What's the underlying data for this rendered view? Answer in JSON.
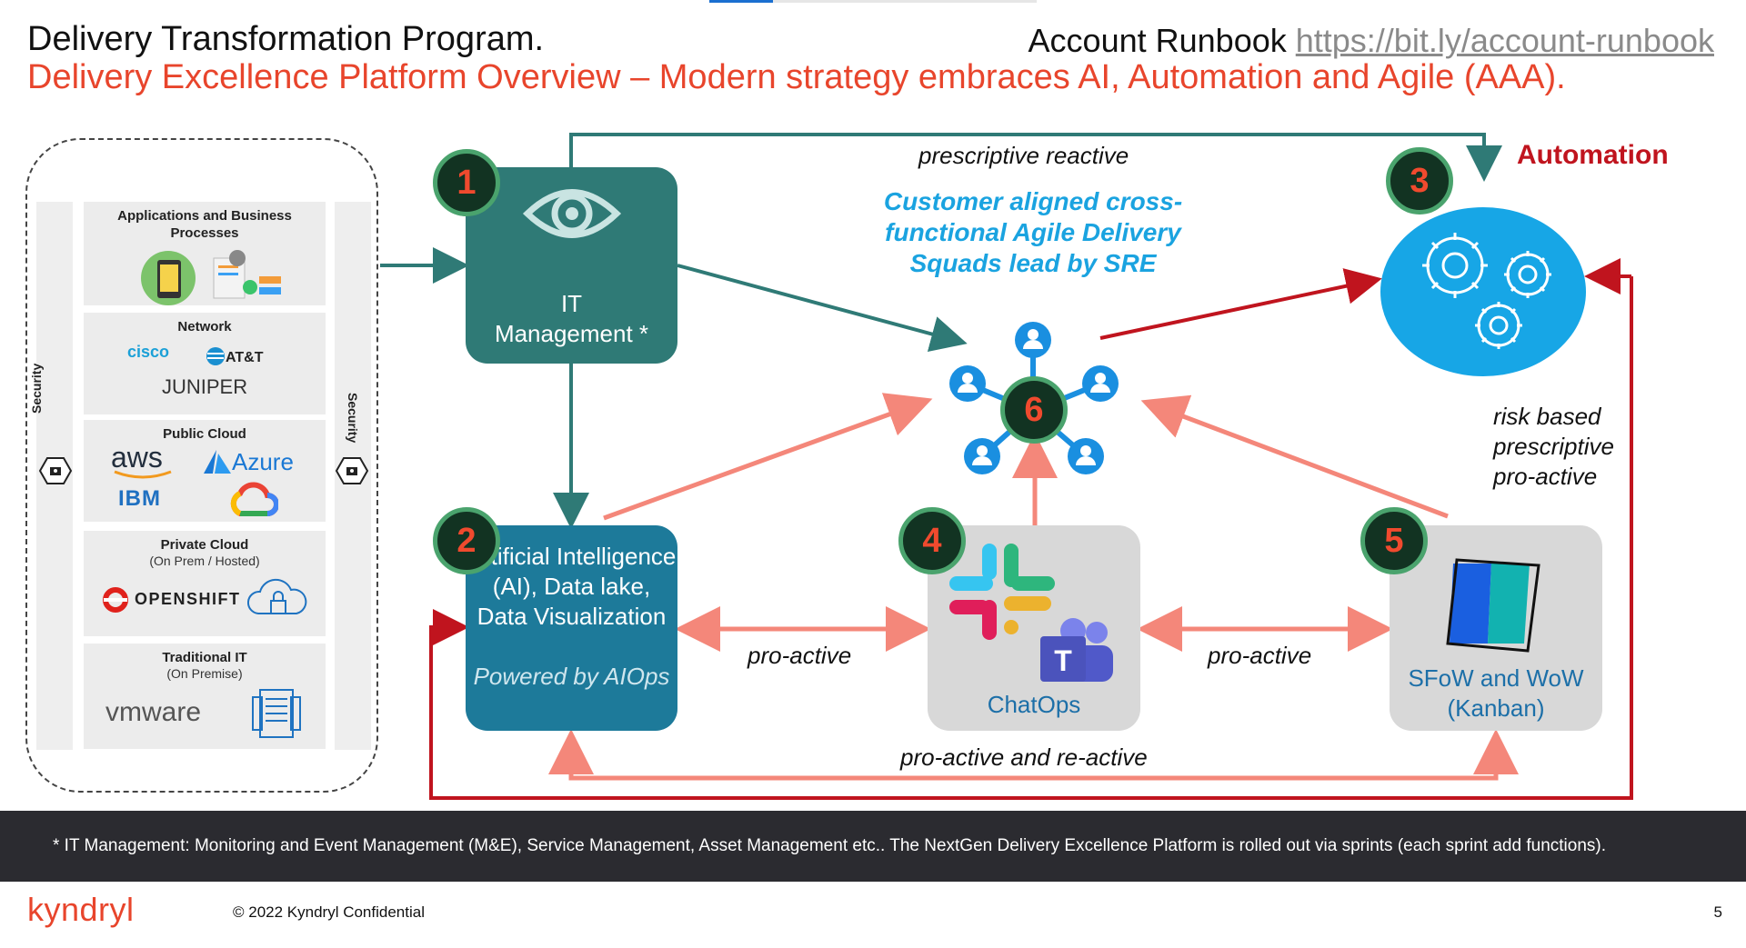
{
  "header": {
    "title": "Delivery Transformation Program.",
    "subtitle": "Delivery Excellence Platform Overview – Modern strategy embraces AI, Automation and Agile (AAA).",
    "runbook_label": "Account Runbook",
    "runbook_link": "https://bit.ly/account-runbook"
  },
  "left_panel": {
    "security_label": "Security",
    "categories": [
      {
        "title": "Applications and Business Processes",
        "sub": "",
        "logos": []
      },
      {
        "title": "Network",
        "sub": "",
        "logos": [
          "cisco",
          "AT&T",
          "JUNIPER"
        ]
      },
      {
        "title": "Public Cloud",
        "sub": "",
        "logos": [
          "aws",
          "Azure",
          "IBM"
        ]
      },
      {
        "title": "Private  Cloud",
        "sub": "(On Prem / Hosted)",
        "logos": [
          "OPENSHIFT"
        ]
      },
      {
        "title": "Traditional IT",
        "sub": "(On Premise)",
        "logos": [
          "vmware"
        ]
      }
    ]
  },
  "nodes": {
    "n1": {
      "num": "1",
      "label_line1": "IT",
      "label_line2": "Management *"
    },
    "n2": {
      "num": "2",
      "label": "Artificial Intelligence (AI), Data lake, Data Visualization",
      "sub": "Powered by AIOps"
    },
    "n3": {
      "num": "3",
      "title": "Automation"
    },
    "n4": {
      "num": "4",
      "label": "ChatOps"
    },
    "n5": {
      "num": "5",
      "label": "SFoW and WoW (Kanban)"
    },
    "n6": {
      "num": "6",
      "label": "Customer aligned cross-functional Agile Delivery Squads lead by SRE"
    }
  },
  "edges": {
    "top": "prescriptive reactive",
    "left_mid": "pro-active",
    "right_mid": "pro-active",
    "bottom": "pro-active and re-active",
    "risk_line1": "risk based",
    "risk_line2": "prescriptive",
    "risk_line3": "pro-active"
  },
  "colors": {
    "accent_red": "#e8452c",
    "teal": "#2f7a76",
    "blue": "#1d7a9a",
    "cyan": "#17a6e6",
    "salmon": "#f4877a",
    "dark_red": "#c0141e"
  },
  "footer": {
    "note": "* IT Management: Monitoring and Event Management (M&E), Service Management, Asset Management etc.. The NextGen Delivery Excellence Platform is rolled out via sprints (each sprint add functions).",
    "brand": "kyndryl",
    "copyright": "© 2022 Kyndryl Confidential",
    "page": "5"
  }
}
